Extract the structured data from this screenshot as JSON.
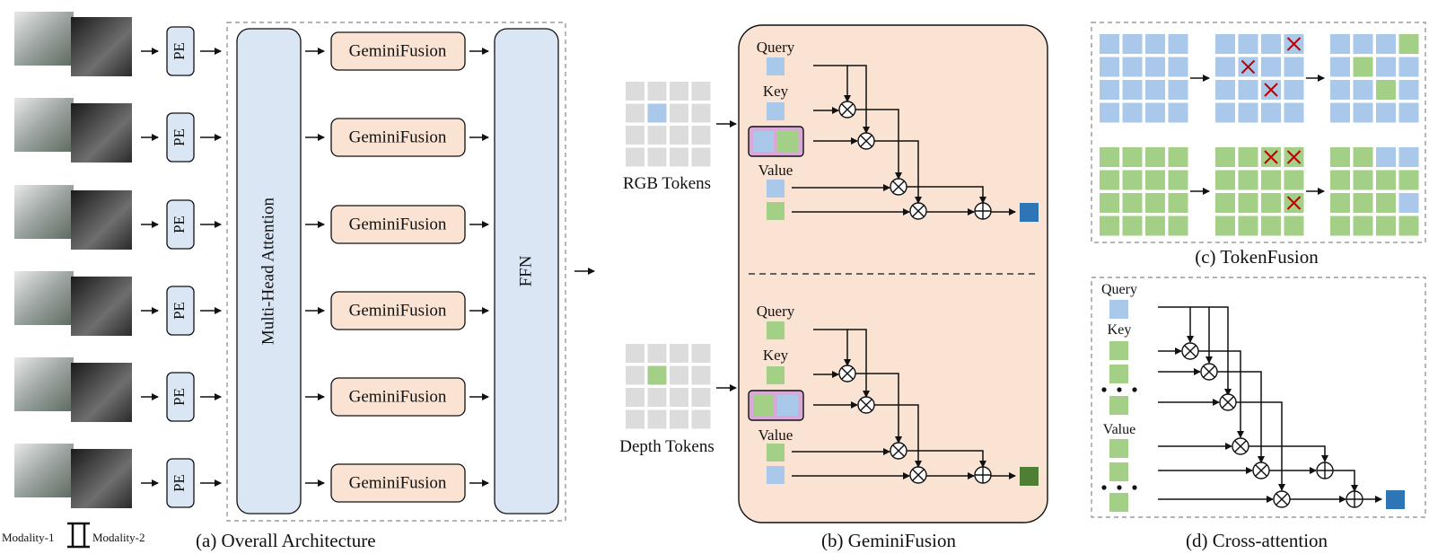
{
  "colors": {
    "rgb": "#a9c8ea",
    "depth": "#a3cf87",
    "gray": "#dcdcdc",
    "fusion_bg": "#fbe3d3",
    "attn_bg": "#dae6f3",
    "out_rgb": "#2e75b6",
    "out_depth": "#4f7f34",
    "mask": "#c00000"
  },
  "part_a": {
    "pe_label": "PE",
    "mha_label": "Multi-Head Attention",
    "fusion_label": "GeminiFusion",
    "ffn_label": "FFN",
    "modality1": "Modality-1",
    "modality2": "Modality-2",
    "caption": "(a) Overall Architecture"
  },
  "part_b": {
    "query": "Query",
    "key": "Key",
    "value": "Value",
    "rgb_tokens": "RGB Tokens",
    "depth_tokens": "Depth Tokens",
    "caption": "(b) GeminiFusion"
  },
  "part_c": {
    "caption": "(c) TokenFusion"
  },
  "part_d": {
    "query": "Query",
    "key": "Key",
    "value": "Value",
    "caption": "(d) Cross-attention"
  }
}
